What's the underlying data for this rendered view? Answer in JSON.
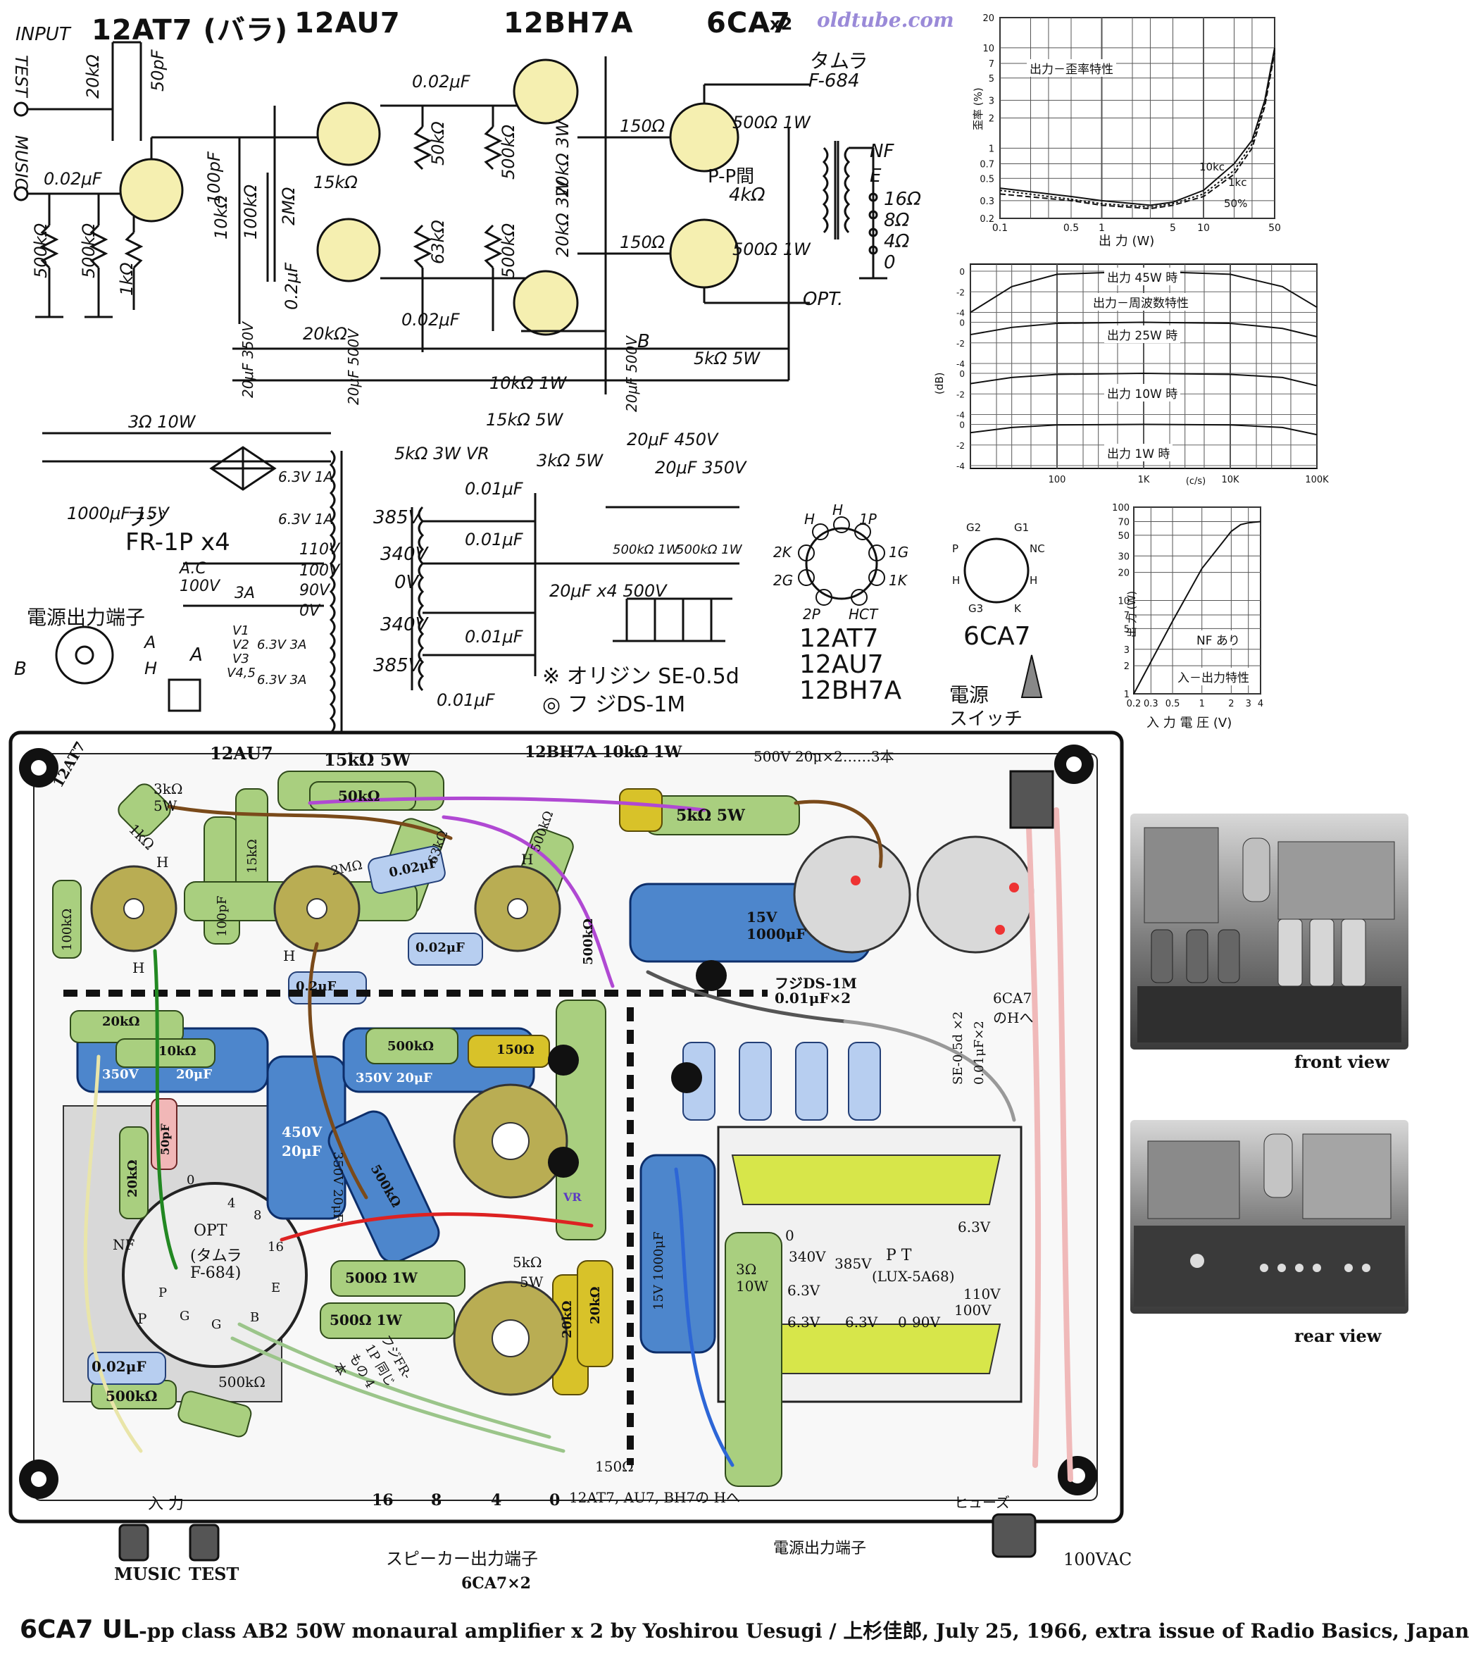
{
  "header": {
    "tube_v1": "12AT7 (バラ)",
    "tube_v2": "12AU7",
    "tube_v3": "12BH7A",
    "tube_v45": "6CA7",
    "tube_v45_qty": "x2",
    "watermark": "oldtube.com"
  },
  "schematic": {
    "input_label": "INPUT",
    "test_label": "TEST",
    "music_label": "MUSIC",
    "tamura_label": "タムラ",
    "tamura_model": "F-684",
    "opt_label": "OPT.",
    "pp_label": "P-P間",
    "pp_value": "4kΩ",
    "taps": [
      "16Ω",
      "8Ω",
      "4Ω",
      "0"
    ],
    "nf_label": "NF",
    "e_label": "E",
    "b_label": "B",
    "parts": [
      "20kΩ",
      "50pF",
      "0.02μF",
      "500kΩ",
      "500kΩ",
      "1kΩ",
      "100pF",
      "10kΩ",
      "100kΩ",
      "2MΩ",
      "15kΩ",
      "0.2μF",
      "0.02μF",
      "50kΩ",
      "63kΩ",
      "500kΩ",
      "500kΩ",
      "20kΩ 3W",
      "20kΩ 3W",
      "0.02μF",
      "150Ω",
      "150Ω",
      "500Ω 1W",
      "500Ω 1W",
      "20kΩ",
      "10kΩ 1W",
      "5kΩ 5W",
      "20μF 350V",
      "20μF 500V",
      "20μF 500V",
      "15kΩ 5W",
      "5kΩ 3W VR",
      "3kΩ 5W",
      "20μF 450V",
      "20μF 350V",
      "500kΩ 1W",
      "500kΩ 1W",
      "20μF x4 500V",
      "3Ω 10W",
      "1000μF 15V"
    ],
    "rectifier_label": "フジ",
    "rectifier_model": "FR-1P x4",
    "power_taps": [
      "6.3V 1A",
      "6.3V 1A",
      "110V",
      "100V",
      "90V",
      "0V",
      "6.3V 3A",
      "6.3V 3A"
    ],
    "hv_taps": [
      "385V",
      "340V",
      "0V",
      "340V",
      "385V"
    ],
    "hv_caps": [
      "0.01μF",
      "0.01μF",
      "0.01μF",
      "0.01μF"
    ],
    "ac_label": "A.C 100V",
    "fuse_label": "3A",
    "heater_labels": [
      "V1",
      "V2",
      "V3",
      "V4,5"
    ],
    "power_out_label": "電源出力端子",
    "power_out_pins": [
      "A",
      "H",
      "B",
      "A"
    ],
    "note1": "※ オリジン SE-0.5d",
    "note2": "◎ フ ジDS-1M",
    "socket_9pin_labels": [
      "H",
      "H",
      "1P",
      "2K",
      "1G",
      "2G",
      "1K",
      "2P",
      "HCT"
    ],
    "socket_9pin_tubes": [
      "12AT7",
      "12AU7",
      "12BH7A"
    ],
    "socket_octal_labels": [
      "G2",
      "G1",
      "P",
      "NC",
      "H",
      "H",
      "G3",
      "K"
    ],
    "socket_octal_tube": "6CA7",
    "switch_label": "電源",
    "switch_label2": "スイッチ"
  },
  "charts": {
    "distortion": {
      "title": "出力－歪率特性",
      "ylabel": "歪率 (%)",
      "xlabel": "出 力 (W)",
      "yticks": [
        "20",
        "10",
        "7",
        "5",
        "3",
        "2",
        "1",
        "0.7",
        "0.5",
        "0.3",
        "0.2"
      ],
      "xticks": [
        "0.1",
        "0.5",
        "1",
        "5",
        "10",
        "50"
      ],
      "annotations": [
        "10kc",
        "1kc",
        "50%"
      ]
    },
    "freq": {
      "titles": [
        "出力 45W 時",
        "出力－周波数特性",
        "出力 25W 時",
        "出力 10W 時",
        "出力 1W 時"
      ],
      "ylabel": "(dB)",
      "yticks": [
        "0",
        "-2",
        "-4"
      ],
      "xticks": [
        "100",
        "1K",
        "(c/s)",
        "10K",
        "100K"
      ]
    },
    "io": {
      "title": "入－出力特性",
      "ylabel": "出 力 (W)",
      "xlabel": "入 力 電 圧 (V)",
      "yticks": [
        "100",
        "70",
        "50",
        "30",
        "20",
        "10",
        "7",
        "5",
        "3",
        "2",
        "1"
      ],
      "xticks": [
        "0.2",
        "0.3",
        "0.5",
        "1",
        "2",
        "3",
        "4"
      ],
      "annotation": "NF あり"
    }
  },
  "chart_data": [
    {
      "type": "line",
      "title": "出力－歪率特性",
      "xlabel": "出 力 (W)",
      "ylabel": "歪率 (%)",
      "x_scale": "log",
      "y_scale": "log",
      "xlim": [
        0.1,
        50
      ],
      "ylim": [
        0.2,
        20
      ],
      "series": [
        {
          "name": "10kc",
          "x": [
            0.1,
            0.5,
            1,
            3,
            5,
            10,
            20,
            30,
            40,
            50
          ],
          "y": [
            0.4,
            0.33,
            0.3,
            0.27,
            0.29,
            0.38,
            0.7,
            1.2,
            3,
            10
          ]
        },
        {
          "name": "1kc",
          "x": [
            0.1,
            0.5,
            1,
            3,
            5,
            10,
            20,
            30,
            40,
            50
          ],
          "y": [
            0.35,
            0.3,
            0.27,
            0.25,
            0.27,
            0.33,
            0.55,
            1.0,
            2.6,
            9
          ]
        },
        {
          "name": "50%",
          "x": [
            0.1,
            0.5,
            1,
            3,
            5,
            10,
            20,
            30,
            40,
            50
          ],
          "y": [
            0.38,
            0.31,
            0.28,
            0.26,
            0.28,
            0.35,
            0.6,
            1.1,
            2.8,
            9.5
          ]
        }
      ]
    },
    {
      "type": "line",
      "title": "出力－周波数特性",
      "ylabel": "(dB)",
      "x_scale": "log",
      "xlim": [
        10,
        100000
      ],
      "series": [
        {
          "name": "出力 45W 時",
          "x": [
            10,
            30,
            100,
            1000,
            10000,
            40000,
            100000
          ],
          "y": [
            -4,
            -1.5,
            -0.3,
            0,
            -0.3,
            -1.5,
            -3.5
          ]
        },
        {
          "name": "出力 25W 時",
          "x": [
            10,
            30,
            100,
            1000,
            10000,
            40000,
            100000
          ],
          "y": [
            -1.2,
            -0.5,
            -0.1,
            0,
            -0.1,
            -0.6,
            -1.4
          ]
        },
        {
          "name": "出力 10W 時",
          "x": [
            10,
            30,
            100,
            1000,
            10000,
            40000,
            100000
          ],
          "y": [
            -1.0,
            -0.4,
            -0.1,
            0,
            -0.1,
            -0.4,
            -1.2
          ]
        },
        {
          "name": "出力 1W 時",
          "x": [
            10,
            30,
            100,
            1000,
            10000,
            40000,
            100000
          ],
          "y": [
            -0.8,
            -0.3,
            -0.05,
            0,
            -0.05,
            -0.3,
            -1.0
          ]
        }
      ]
    },
    {
      "type": "line",
      "title": "入－出力特性",
      "xlabel": "入 力 電 圧 (V)",
      "ylabel": "出 力 (W)",
      "x_scale": "log",
      "y_scale": "log",
      "xlim": [
        0.2,
        4
      ],
      "ylim": [
        1,
        100
      ],
      "series": [
        {
          "name": "NF あり",
          "x": [
            0.2,
            0.5,
            1,
            2,
            2.5,
            3,
            4
          ],
          "y": [
            1,
            6,
            22,
            55,
            65,
            68,
            70
          ]
        }
      ]
    }
  ],
  "layout_board": {
    "top_labels": [
      "12AU7",
      "15kΩ 5W",
      "12BH7A 10kΩ 1W",
      "500V 20μ×2……3本"
    ],
    "left_labels": [
      "12AT7",
      "3kΩ 5W",
      "1kΩ",
      "100kΩ",
      "100pF",
      "15kΩ",
      "H",
      "H",
      "H",
      "H"
    ],
    "parts": [
      "50kΩ",
      "2MΩ",
      "0.02μF",
      "63kΩ",
      "500kΩ",
      "5kΩ 5W",
      "0.02μF",
      "0.2μF",
      "20kΩ",
      "10kΩ",
      "350V",
      "20μF",
      "450V",
      "20μF",
      "500kΩ",
      "150Ω",
      "350V 20μF",
      "500kΩ",
      "350V 20μF",
      "50pF",
      "20kΩ",
      "15V 1000μF",
      "500kΩ",
      "フジDS-1M",
      "0.01μF×2",
      "6CA7 のHへ",
      "SE-0.5d ×2",
      "0.01μF×2"
    ],
    "opt_labels": [
      "OPT",
      "(タムラ",
      "F-684)",
      "NF",
      "P",
      "P",
      "G",
      "G",
      "B",
      "E",
      "0",
      "4",
      "8",
      "16"
    ],
    "mid_labels": [
      "500Ω 1W",
      "500Ω 1W",
      "5kΩ",
      "5W",
      "20kΩ",
      "20kΩ",
      "VR",
      "フジFR-1P 同じもの 4本",
      "15V 1000μF",
      "3Ω 10W"
    ],
    "pt_labels": [
      "P T",
      "(LUX-5A68)",
      "0",
      "340V",
      "385V",
      "6.3V",
      "6.3V",
      "6.3V",
      "6.3V",
      "0",
      "90V",
      "100V",
      "110V"
    ],
    "bottom_parts": [
      "0.02μF",
      "500kΩ",
      "500kΩ",
      "150Ω"
    ],
    "bottom_row": [
      "入 力",
      "16",
      "8",
      "4",
      "0",
      "12AT7, AU7, BH7の Hへ",
      "ヒューズ"
    ],
    "under_labels": [
      "MUSIC",
      "TEST",
      "スピーカー出力端子",
      "電源出力端子",
      "100VAC",
      "6CA7×2"
    ]
  },
  "photos": {
    "front": "front view",
    "rear": "rear view"
  },
  "caption": {
    "lead": "6CA7 UL",
    "rest": "-pp class AB2 50W monaural amplifier x 2 by Yoshirou Uesugi / 上杉佳郎, July 25, 1966, extra issue of Radio Basics, Japan"
  }
}
